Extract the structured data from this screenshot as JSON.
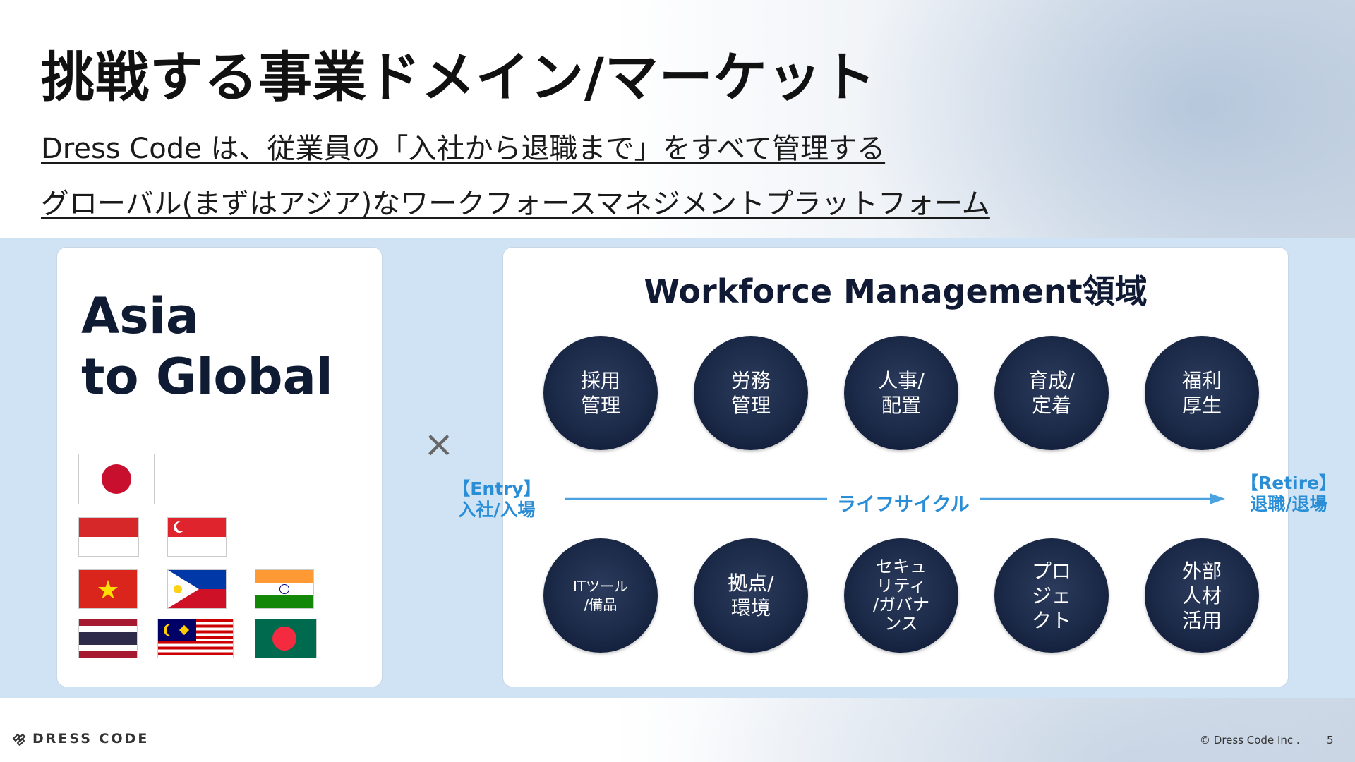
{
  "slide": {
    "title": "挑戦する事業ドメイン/マーケット",
    "subtitle_line1": "Dress Code は、従業員の「入社から退職まで」をすべて管理する",
    "subtitle_line2": "グローバル(まずはアジア)なワークフォースマネジメントプラットフォーム"
  },
  "left_panel": {
    "heading_line1": "Asia",
    "heading_line2": "to Global",
    "flags": [
      "japan-flag",
      "indonesia-flag",
      "singapore-flag",
      "vietnam-flag",
      "philippines-flag",
      "india-flag",
      "thailand-flag",
      "malaysia-flag",
      "bangladesh-flag"
    ]
  },
  "multiply_symbol": "×",
  "right_panel": {
    "title": "Workforce Management領域",
    "top_domains": [
      {
        "label": "採用\n管理"
      },
      {
        "label": "労務\n管理"
      },
      {
        "label": "人事/\n配置"
      },
      {
        "label": "育成/\n定着"
      },
      {
        "label": "福利\n厚生"
      }
    ],
    "bottom_domains": [
      {
        "label": "ITツール\n/備品"
      },
      {
        "label": "拠点/\n環境"
      },
      {
        "label": "セキュ\nリティ\n/ガバナ\nンス"
      },
      {
        "label": "プロ\nジェ\nクト"
      },
      {
        "label": "外部\n人材\n活用"
      }
    ],
    "lifecycle": {
      "start_tag": "【Entry】",
      "start_label": "入社/入場",
      "middle_label": "ライフサイクル",
      "end_tag": "【Retire】",
      "end_label": "退職/退場"
    }
  },
  "footer": {
    "logo_text": "DRESS CODE",
    "copyright": "© Dress Code Inc .",
    "page_number": "5"
  },
  "colors": {
    "navy": "#1b2a48",
    "lifecycle_blue": "#2a8ed6",
    "band_blue": "#cfe3f5"
  }
}
